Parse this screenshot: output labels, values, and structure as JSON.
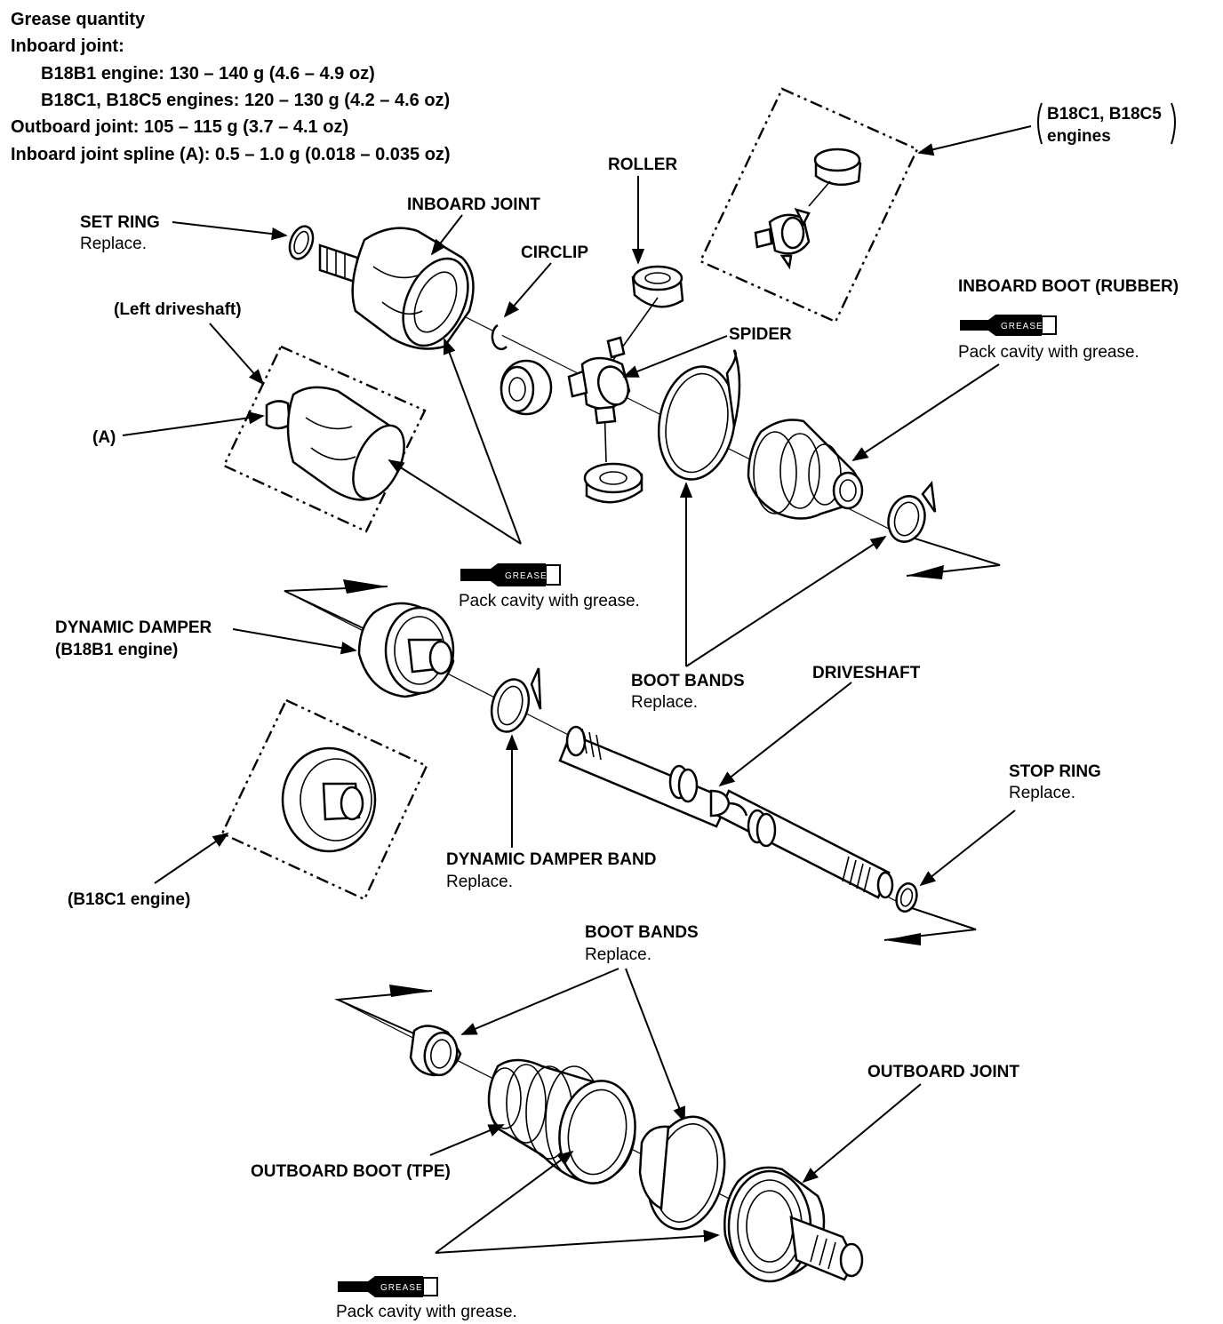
{
  "grease_quantity": {
    "title": "Grease quantity",
    "inboard_title": "Inboard joint:",
    "inboard_b18b1": "B18B1 engine: 130 – 140 g (4.6 – 4.9 oz)",
    "inboard_b18c": "B18C1, B18C5 engines: 120 – 130 g (4.2 – 4.6 oz)",
    "outboard": "Outboard joint: 105 – 115 g (3.7 – 4.1 oz)",
    "spline": "Inboard joint spline (A): 0.5 – 1.0 g (0.018 – 0.035 oz)"
  },
  "labels": {
    "set_ring": "SET RING",
    "set_ring_note": "Replace.",
    "inboard_joint": "INBOARD JOINT",
    "roller": "ROLLER",
    "circlip": "CIRCLIP",
    "b18c_engines_line1": "B18C1, B18C5",
    "b18c_engines_line2": "engines",
    "left_driveshaft": "(Left driveshaft)",
    "spider": "SPIDER",
    "inboard_boot": "INBOARD BOOT (RUBBER)",
    "inboard_boot_note": "Pack cavity with grease.",
    "a_label": "(A)",
    "inboard_joint_grease_note": "Pack cavity with grease.",
    "dynamic_damper": "DYNAMIC DAMPER",
    "dynamic_damper_engine": "(B18B1 engine)",
    "boot_bands_upper": "BOOT BANDS",
    "boot_bands_upper_note": "Replace.",
    "driveshaft": "DRIVESHAFT",
    "stop_ring": "STOP RING",
    "stop_ring_note": "Replace.",
    "dynamic_damper_band": "DYNAMIC DAMPER BAND",
    "dynamic_damper_band_note": "Replace.",
    "b18c1_engine": "(B18C1 engine)",
    "boot_bands_lower": "BOOT BANDS",
    "boot_bands_lower_note": "Replace.",
    "outboard_joint": "OUTBOARD JOINT",
    "outboard_boot": "OUTBOARD BOOT (TPE)",
    "outboard_grease_note": "Pack cavity with grease."
  },
  "grease_tube_text": "GREASE"
}
